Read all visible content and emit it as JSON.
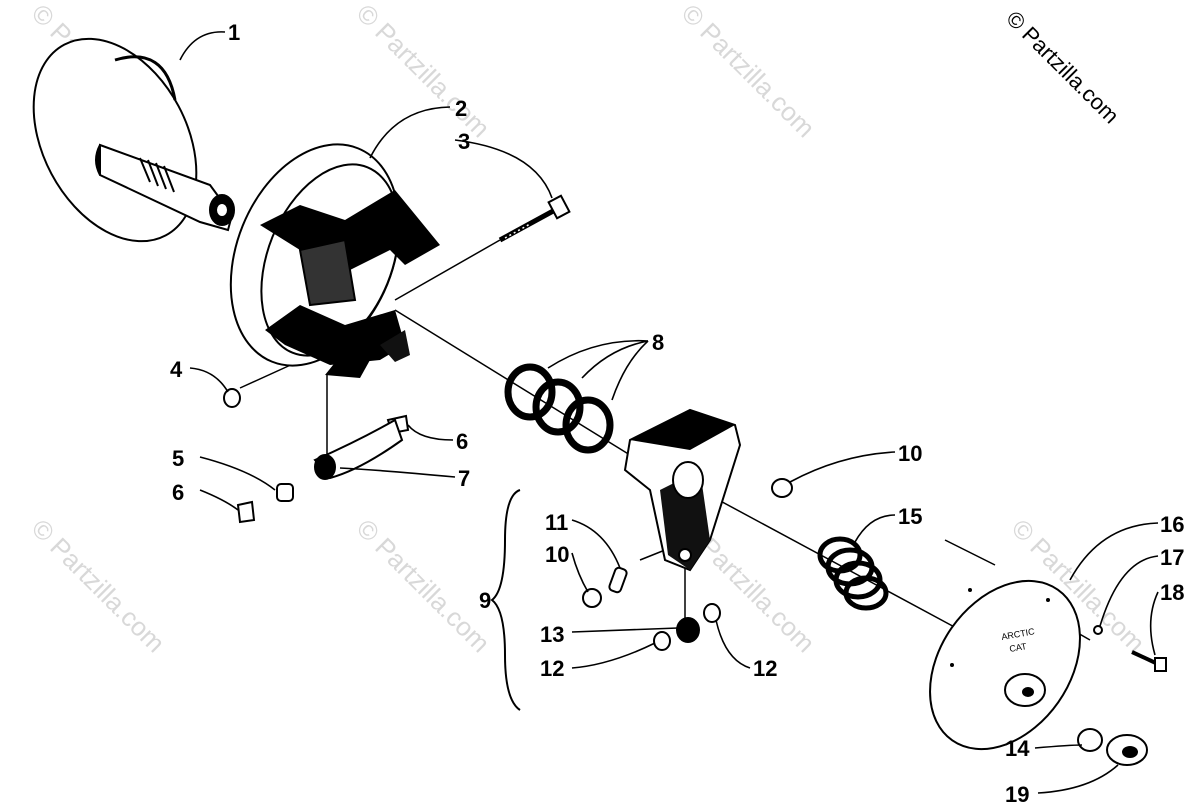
{
  "copyright": "© Partzilla.com",
  "watermark_text": "© Partzilla.com",
  "colors": {
    "ink": "#000000",
    "paper": "#ffffff",
    "watermark": "#d8d8d8"
  },
  "callouts": {
    "c1": "1",
    "c2": "2",
    "c3": "3",
    "c4": "4",
    "c5": "5",
    "c6a": "6",
    "c6b": "6",
    "c7": "7",
    "c8": "8",
    "c9": "9",
    "c10a": "10",
    "c10b": "10",
    "c11": "11",
    "c12a": "12",
    "c12b": "12",
    "c13": "13",
    "c14": "14",
    "c15": "15",
    "c16": "16",
    "c17": "17",
    "c18": "18",
    "c19": "19"
  },
  "cover_stamp": {
    "line1": "ARCTIC",
    "line2": "CAT"
  }
}
